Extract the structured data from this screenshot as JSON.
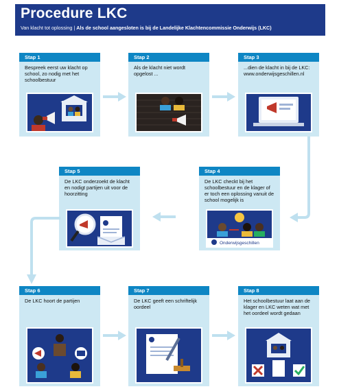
{
  "header": {
    "title": "Procedure LKC",
    "subtitle_left": "Van klacht tot oplossing",
    "subtitle_sep": "|",
    "subtitle_right": "Als de school aangesloten is bij de Landelijke Klachtencommissie Onderwijs (LKC)"
  },
  "steps": [
    {
      "label": "Stap 1",
      "text": "Bespreek eerst uw klacht op school, zo nodig met het schoolbestuur"
    },
    {
      "label": "Stap 2",
      "text": "Als de klacht niet wordt opgelost ..."
    },
    {
      "label": "Stap 3",
      "text": "...dien de klacht in bij de LKC: www.onderwijsgeschillen.nl"
    },
    {
      "label": "Stap 4",
      "text": "De LKC checkt bij het schoolbestuur en de klager of er toch een oplossing vanuit de school mogelijk is"
    },
    {
      "label": "Stap 5",
      "text": "De LKC onderzoekt de klacht en nodigt partijen uit voor de hoorzitting"
    },
    {
      "label": "Stap 6",
      "text": "De LKC hoort de partijen"
    },
    {
      "label": "Stap 7",
      "text": "De LKC geeft een schriftelijk oordeel"
    },
    {
      "label": "Stap 8",
      "text": "Het schoolbestuur laat aan de klager en LKC weten wat met het oordeel wordt gedaan"
    }
  ],
  "logo_text": "Onderwijsgeschillen",
  "colors": {
    "header": "#1e3a8a",
    "accent": "#0e86c4",
    "card": "#cde8f3",
    "arrow": "#bfe0ef"
  }
}
